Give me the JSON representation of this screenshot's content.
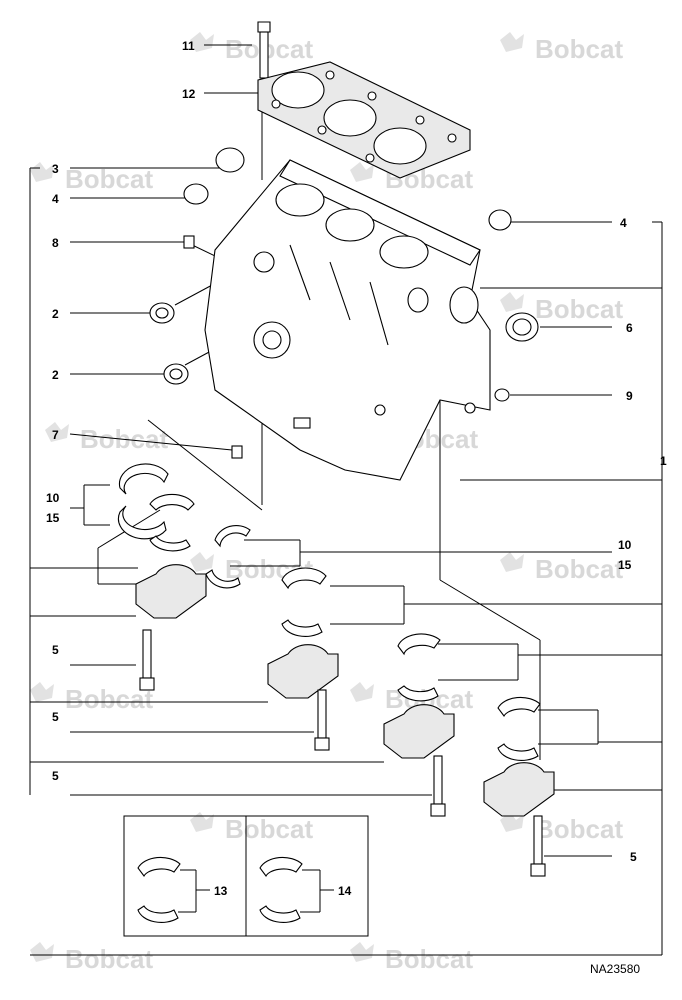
{
  "watermark": {
    "text": "Bobcat",
    "logo_icon": "bobcat-logo-icon"
  },
  "figure_ref": "NA23580",
  "callouts": {
    "c11": "11",
    "c12": "12",
    "c3": "3",
    "c4a": "4",
    "c4b": "4",
    "c8": "8",
    "c2a": "2",
    "c2b": "2",
    "c6": "6",
    "c9": "9",
    "c7": "7",
    "c1": "1",
    "c10a": "10",
    "c15a": "15",
    "c10b": "10",
    "c15b": "15",
    "c5a": "5",
    "c5b": "5",
    "c5c": "5",
    "c5d": "5",
    "c13": "13",
    "c14": "14"
  }
}
